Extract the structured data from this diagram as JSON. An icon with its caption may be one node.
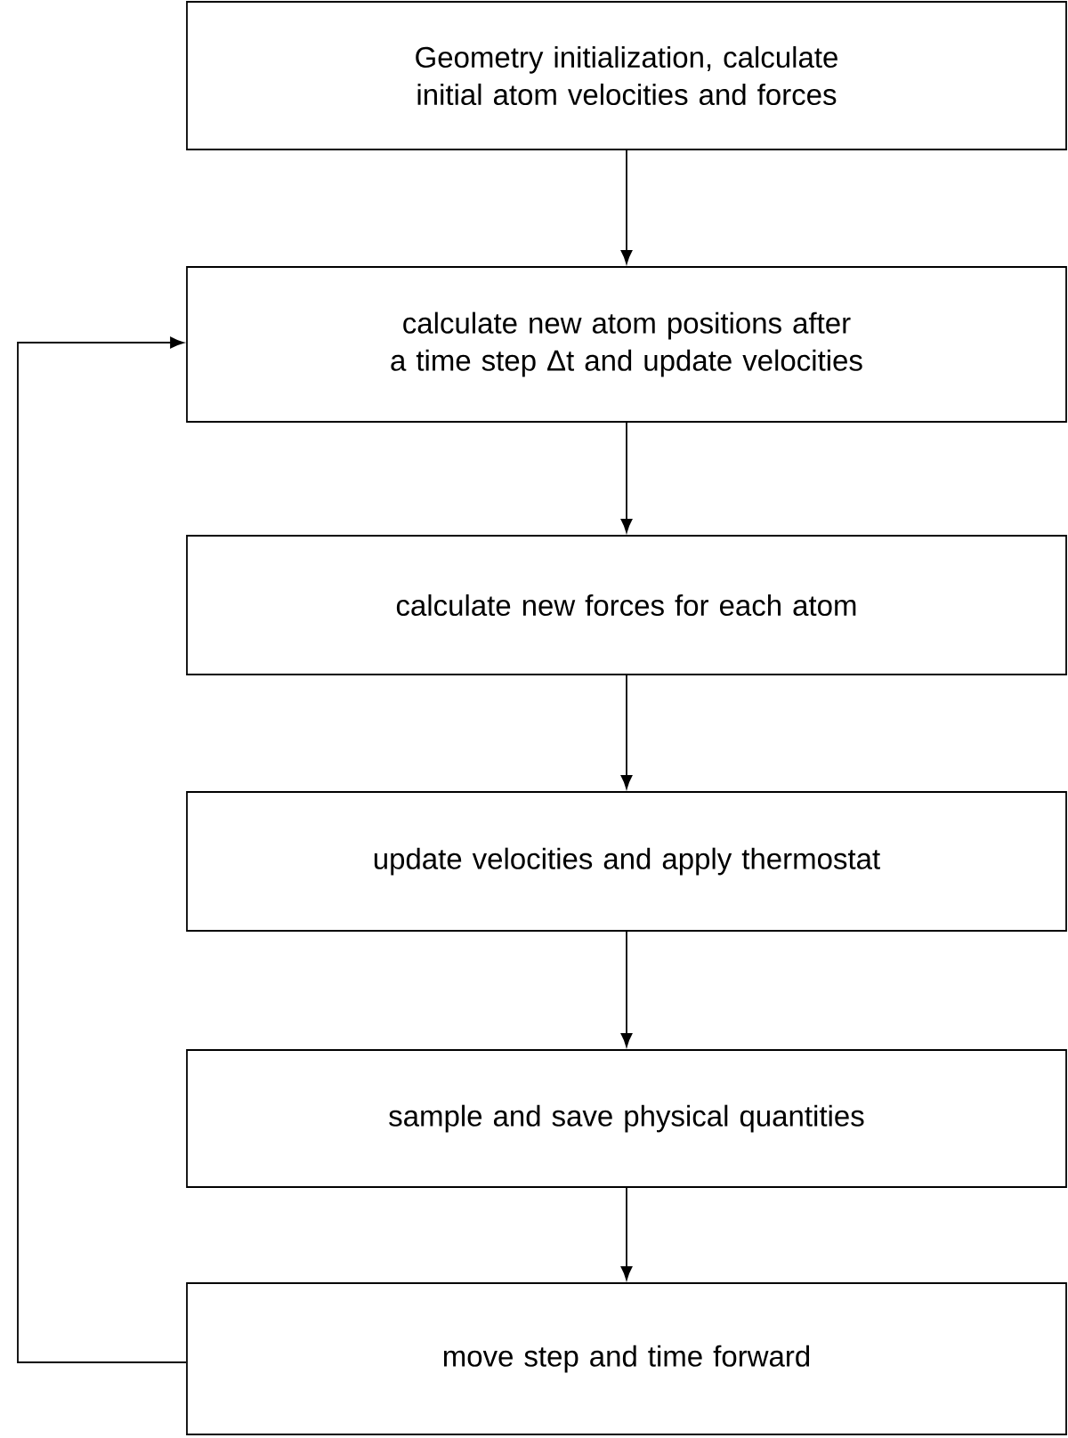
{
  "diagram": {
    "nodes": [
      {
        "text": [
          "Geometry initialization, calculate initial atom velocities and forces"
        ]
      },
      {
        "text": [
          "calculate new atom positions after a time step Δt and update velocities"
        ]
      },
      {
        "text": [
          "calculate new forces for each atom"
        ]
      },
      {
        "text": [
          "update velocities and apply thermostat"
        ]
      },
      {
        "text": [
          "sample and save physical quantities"
        ]
      },
      {
        "text": [
          "move step and time forward"
        ]
      }
    ],
    "edges": [
      {
        "from": 0,
        "to": 1,
        "arrow": "to"
      },
      {
        "from": 1,
        "to": 2,
        "arrow": "to"
      },
      {
        "from": 2,
        "to": 3,
        "arrow": "to"
      },
      {
        "from": 3,
        "to": 4,
        "arrow": "to"
      },
      {
        "from": 4,
        "to": 5,
        "arrow": "to"
      },
      {
        "from": 5,
        "to": 1,
        "arrow": "to"
      }
    ]
  }
}
